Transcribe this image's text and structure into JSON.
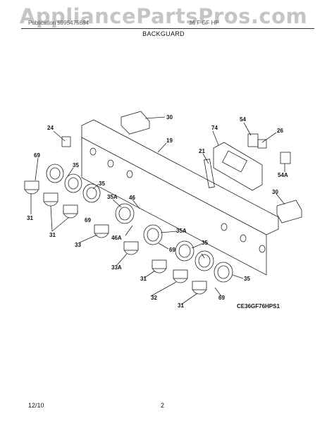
{
  "watermark": "AppliancePartsPros.com",
  "header": {
    "left_text": "Publication 5995475684",
    "model_text": "36 F GF HP",
    "section_title": "BACKGUARD"
  },
  "diagram_code": "CE36GF76HPS1",
  "footer": {
    "date": "12/10",
    "page": "2"
  },
  "callouts": [
    "30",
    "24",
    "19",
    "74",
    "54",
    "26",
    "21",
    "69",
    "35",
    "54A",
    "31",
    "35",
    "30",
    "35A",
    "46",
    "69",
    "31",
    "33",
    "46A",
    "35A",
    "69",
    "35",
    "33A",
    "31",
    "35",
    "32",
    "31",
    "69"
  ]
}
